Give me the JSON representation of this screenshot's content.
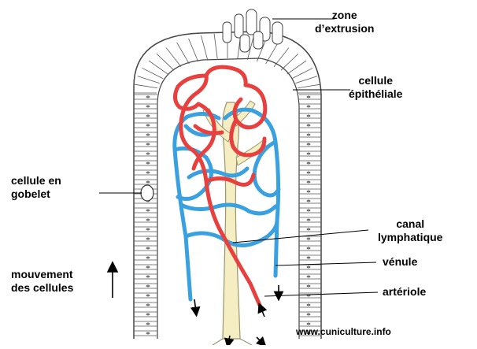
{
  "labels": {
    "zone_extrusion": [
      "zone",
      "d’extrusion"
    ],
    "cellule_epitheliale": [
      "cellule",
      "épithéliale"
    ],
    "cellule_gobelet": [
      "cellule en",
      "gobelet"
    ],
    "canal_lymphatique": [
      "canal",
      "lymphatique"
    ],
    "venule": "vénule",
    "arteriole": "artériole",
    "mouvement_cellules": [
      "mouvement",
      "des cellules"
    ]
  },
  "watermark": "www.cuniculture.info",
  "icons": {
    "arrow": "movement-up-arrow-icon"
  },
  "colors": {
    "artery": "#e8403f",
    "vein": "#3aa1e0",
    "lymph": "#f4eec2",
    "lymph_outline": "#9a9570",
    "epithelium": "#444444"
  }
}
